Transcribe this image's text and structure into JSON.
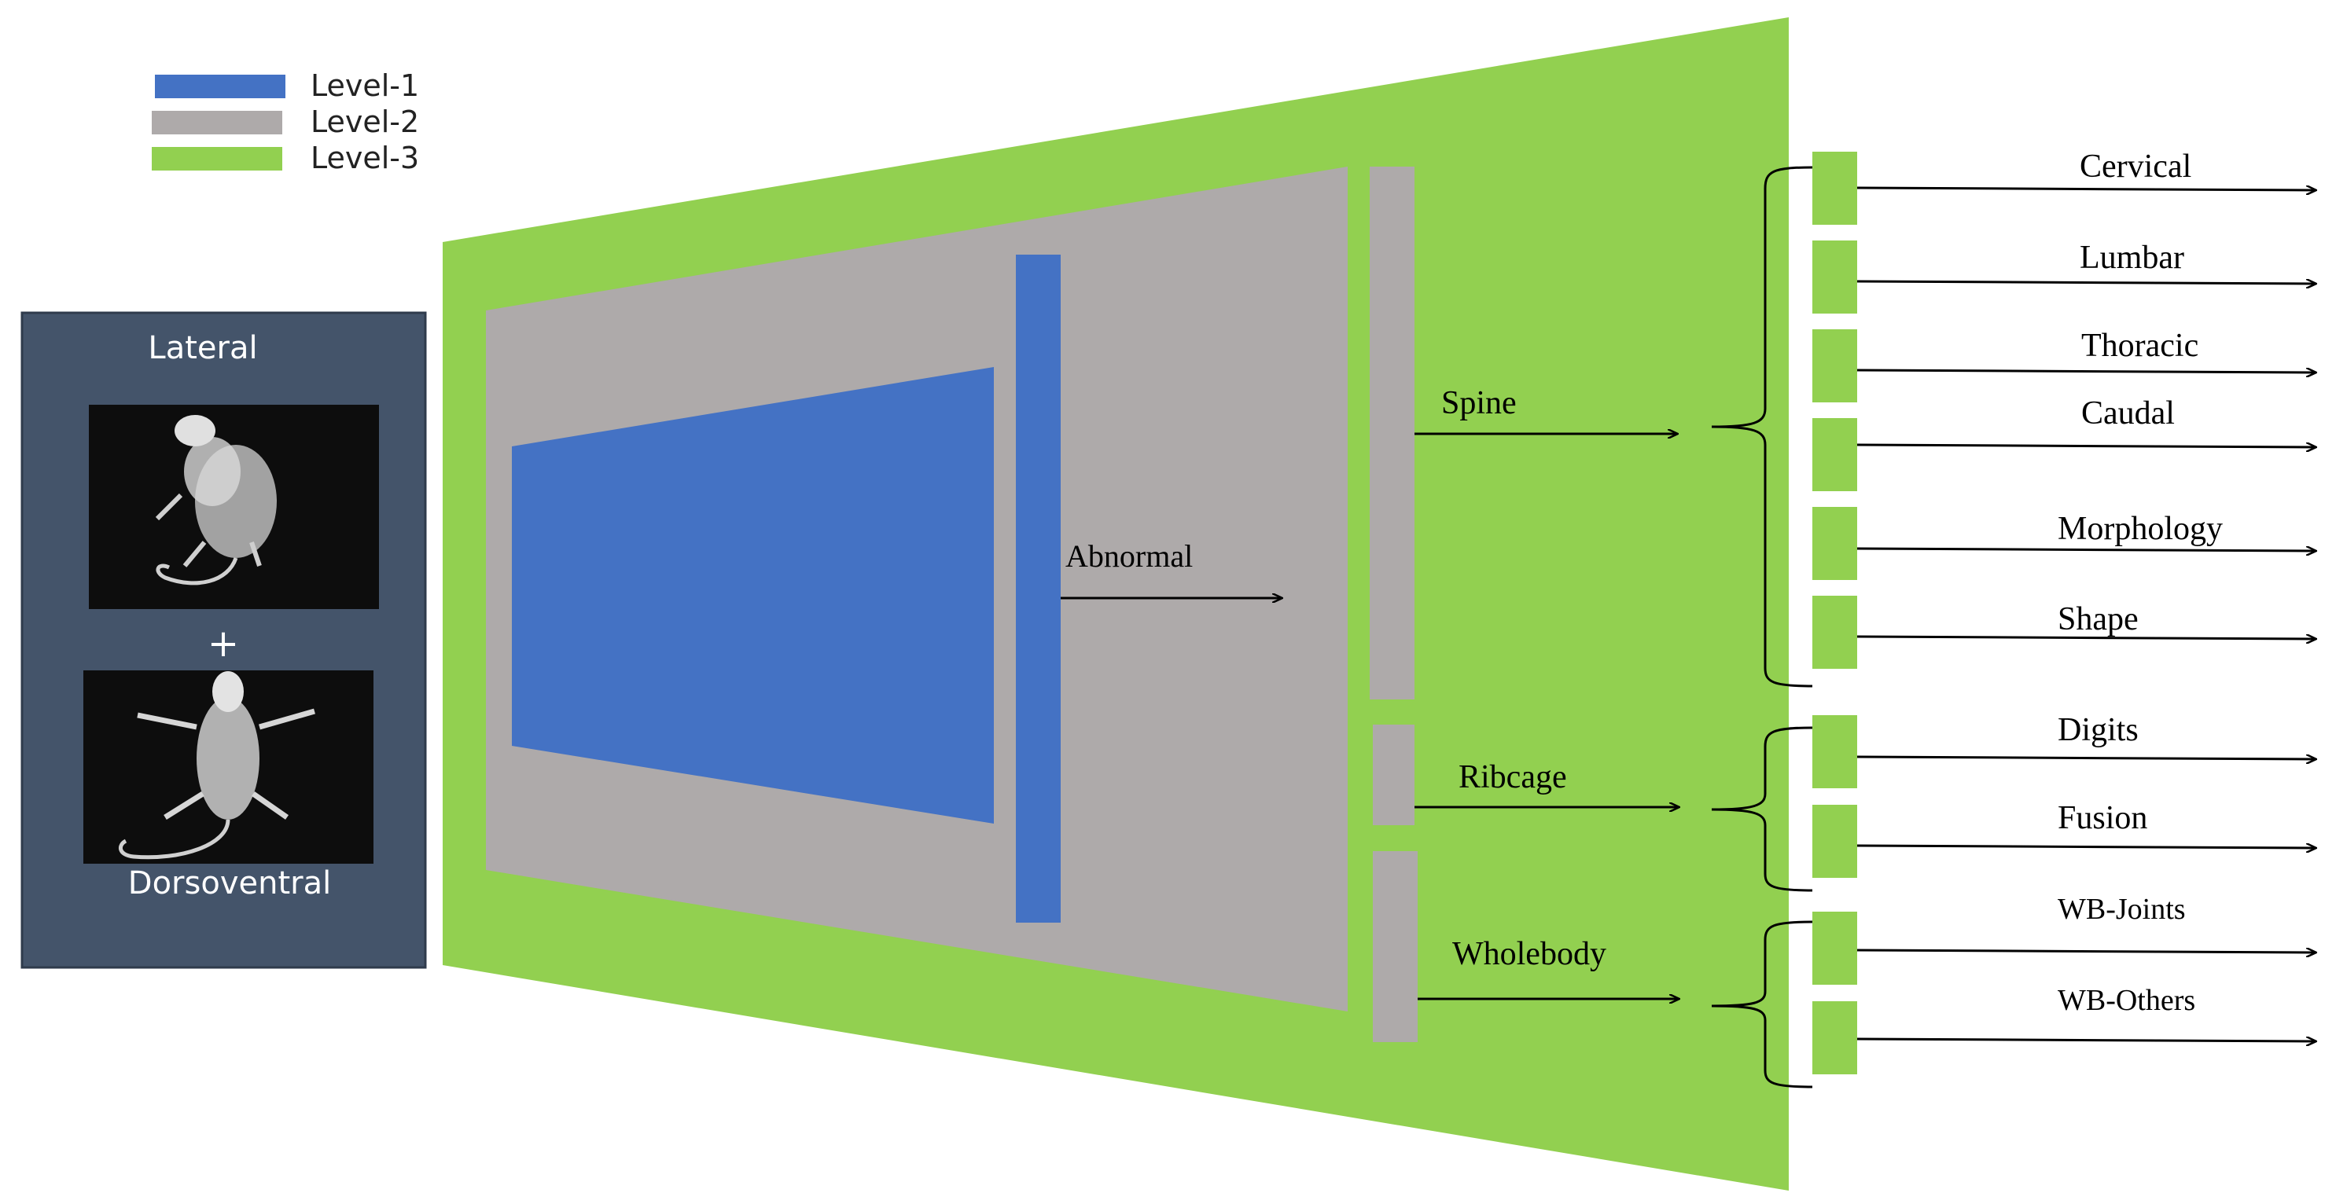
{
  "legend": {
    "items": [
      {
        "label": "Level-1",
        "color": "#4472C4"
      },
      {
        "label": "Level-2",
        "color": "#AEAAAA"
      },
      {
        "label": "Level-3",
        "color": "#92D050"
      }
    ]
  },
  "input_panel": {
    "background": "#44546A",
    "top_label": "Lateral",
    "plus": "+",
    "bottom_label": "Dorsoventral",
    "images": [
      "lateral-xray-image",
      "dorsoventral-xray-image"
    ]
  },
  "level1": {
    "output_label": "Abnormal"
  },
  "level2": {
    "branches": [
      {
        "label": "Spine"
      },
      {
        "label": "Ribcage"
      },
      {
        "label": "Wholebody"
      }
    ]
  },
  "level3": {
    "outputs": [
      "Cervical",
      "Lumbar",
      "Thoracic",
      "Caudal",
      "Morphology",
      "Shape",
      "Digits",
      "Fusion",
      "WB-Joints",
      "WB-Others"
    ]
  }
}
